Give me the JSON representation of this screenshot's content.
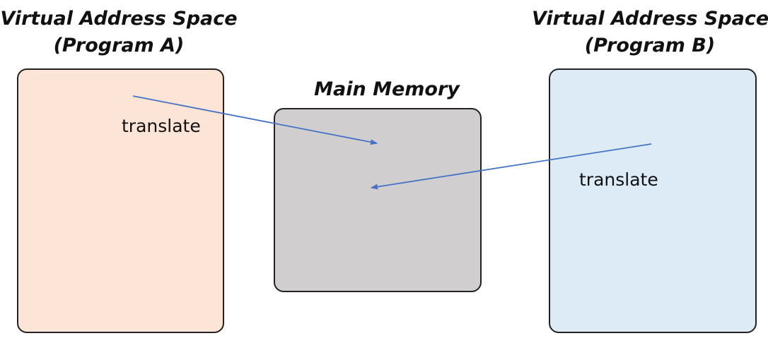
{
  "program_a": {
    "title_line1": "Virtual Address Space",
    "title_line2": "(Program A)",
    "translate_label": "translate"
  },
  "program_b": {
    "title_line1": "Virtual Address Space",
    "title_line2": "(Program B)",
    "translate_label": "translate"
  },
  "main_memory": {
    "title": "Main Memory"
  },
  "colors": {
    "program_a_fill": "#fce4d6",
    "program_b_fill": "#ddebf7",
    "main_memory_fill": "#d0cece",
    "arrow": "#4472c4",
    "border": "#222222"
  }
}
